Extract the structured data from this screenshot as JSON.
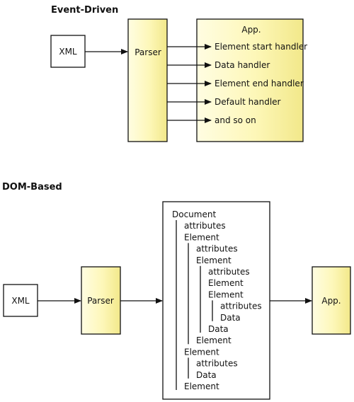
{
  "event_driven": {
    "title": "Event-Driven",
    "input_label": "XML",
    "parser_label": "Parser",
    "app_label": "App.",
    "handlers": [
      "Element start handler",
      "Data handler",
      "Element end handler",
      "Default handler",
      "and so on"
    ]
  },
  "dom_based": {
    "title": "DOM-Based",
    "input_label": "XML",
    "parser_label": "Parser",
    "app_label": "App.",
    "tree": [
      {
        "label": "Document",
        "depth": 0
      },
      {
        "label": "attributes",
        "depth": 1
      },
      {
        "label": "Element",
        "depth": 1
      },
      {
        "label": "attributes",
        "depth": 2
      },
      {
        "label": "Element",
        "depth": 2
      },
      {
        "label": "attributes",
        "depth": 3
      },
      {
        "label": "Element",
        "depth": 3
      },
      {
        "label": "Element",
        "depth": 3
      },
      {
        "label": "attributes",
        "depth": 4
      },
      {
        "label": "Data",
        "depth": 4
      },
      {
        "label": "Data",
        "depth": 3
      },
      {
        "label": "Element",
        "depth": 2
      },
      {
        "label": "Element",
        "depth": 1
      },
      {
        "label": "attributes",
        "depth": 2
      },
      {
        "label": "Data",
        "depth": 2
      },
      {
        "label": "Element",
        "depth": 1
      }
    ]
  },
  "colors": {
    "box_fill": "#fdf7b8",
    "box_fill_shade": "#f2e88a"
  }
}
